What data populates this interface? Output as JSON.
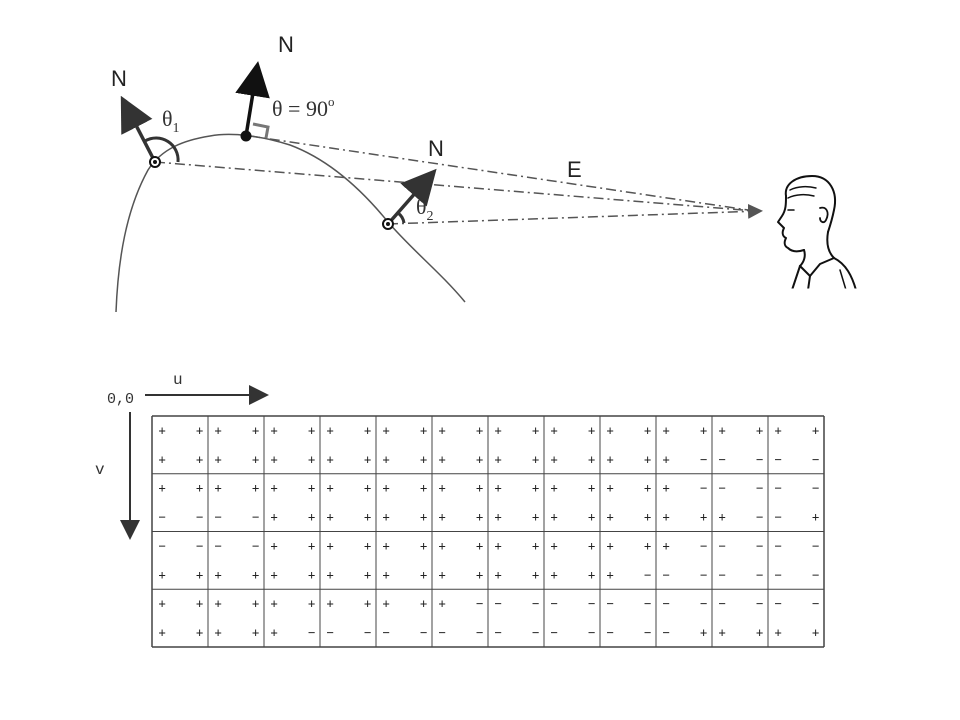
{
  "top_diagram": {
    "normal_labels": [
      "N",
      "N",
      "N"
    ],
    "eye_label": "E",
    "theta1_base": "θ",
    "theta1_sub": "1",
    "theta_right_angle": "θ = 90",
    "theta_right_angle_sup": "o",
    "theta2_base": "θ",
    "theta2_sub": "2"
  },
  "grid_diagram": {
    "origin_label": "0,0",
    "u_label": "u",
    "v_label": "v",
    "columns": 12,
    "rows": 4,
    "cells": [
      [
        [
          "+",
          "+",
          "+",
          "+"
        ],
        [
          "+",
          "+",
          "+",
          "+"
        ],
        [
          "+",
          "+",
          "+",
          "+"
        ],
        [
          "+",
          "+",
          "+",
          "+"
        ],
        [
          "+",
          "+",
          "+",
          "+"
        ],
        [
          "+",
          "+",
          "+",
          "+"
        ],
        [
          "+",
          "+",
          "+",
          "+"
        ],
        [
          "+",
          "+",
          "+",
          "+"
        ],
        [
          "+",
          "+",
          "+",
          "+"
        ],
        [
          "+",
          "+",
          "+",
          "−"
        ],
        [
          "+",
          "+",
          "−",
          "−"
        ],
        [
          "+",
          "+",
          "−",
          "−"
        ]
      ],
      [
        [
          "+",
          "+",
          "−",
          "−"
        ],
        [
          "+",
          "+",
          "−",
          "−"
        ],
        [
          "+",
          "+",
          "+",
          "+"
        ],
        [
          "+",
          "+",
          "+",
          "+"
        ],
        [
          "+",
          "+",
          "+",
          "+"
        ],
        [
          "+",
          "+",
          "+",
          "+"
        ],
        [
          "+",
          "+",
          "+",
          "+"
        ],
        [
          "+",
          "+",
          "+",
          "+"
        ],
        [
          "+",
          "+",
          "+",
          "+"
        ],
        [
          "+",
          "−",
          "+",
          "+"
        ],
        [
          "−",
          "−",
          "+",
          "−"
        ],
        [
          "−",
          "−",
          "−",
          "+"
        ]
      ],
      [
        [
          "−",
          "−",
          "+",
          "+"
        ],
        [
          "−",
          "−",
          "+",
          "+"
        ],
        [
          "+",
          "+",
          "+",
          "+"
        ],
        [
          "+",
          "+",
          "+",
          "+"
        ],
        [
          "+",
          "+",
          "+",
          "+"
        ],
        [
          "+",
          "+",
          "+",
          "+"
        ],
        [
          "+",
          "+",
          "+",
          "+"
        ],
        [
          "+",
          "+",
          "+",
          "+"
        ],
        [
          "+",
          "+",
          "+",
          "−"
        ],
        [
          "+",
          "−",
          "−",
          "−"
        ],
        [
          "−",
          "−",
          "−",
          "−"
        ],
        [
          "−",
          "−",
          "−",
          "−"
        ]
      ],
      [
        [
          "+",
          "+",
          "+",
          "+"
        ],
        [
          "+",
          "+",
          "+",
          "+"
        ],
        [
          "+",
          "+",
          "+",
          "−"
        ],
        [
          "+",
          "+",
          "−",
          "−"
        ],
        [
          "+",
          "+",
          "−",
          "−"
        ],
        [
          "+",
          "−",
          "−",
          "−"
        ],
        [
          "−",
          "−",
          "−",
          "−"
        ],
        [
          "−",
          "−",
          "−",
          "−"
        ],
        [
          "−",
          "−",
          "−",
          "−"
        ],
        [
          "−",
          "−",
          "−",
          "+"
        ],
        [
          "−",
          "−",
          "+",
          "+"
        ],
        [
          "−",
          "−",
          "+",
          "+"
        ]
      ]
    ]
  }
}
